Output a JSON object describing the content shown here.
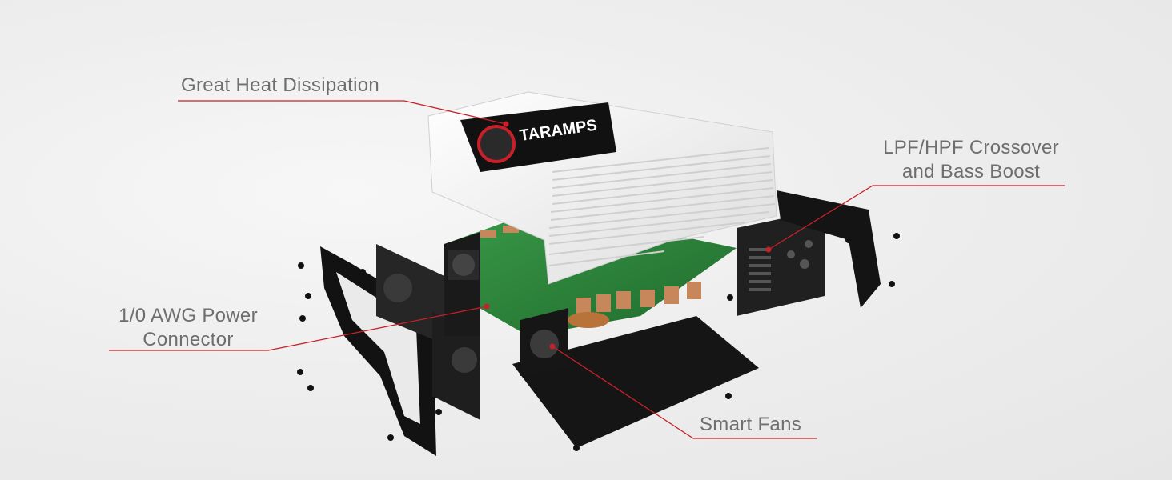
{
  "image": {
    "brand_logo_text": "TARAMPS",
    "subject": "exploded-view car audio amplifier",
    "accent_color": "#c8202a",
    "callout_line_color": "#c8202a",
    "heatsink_color": "#f4f4f4",
    "chassis_color": "#1c1c1c",
    "pcb_color": "#2e8b3e"
  },
  "callouts": {
    "heat": {
      "text": "Great Heat Dissipation"
    },
    "crossover": {
      "line1": "LPF/HPF Crossover",
      "line2": "and Bass Boost"
    },
    "power": {
      "line1": "1/0 AWG Power",
      "line2": "Connector"
    },
    "fans": {
      "text": "Smart Fans"
    }
  }
}
